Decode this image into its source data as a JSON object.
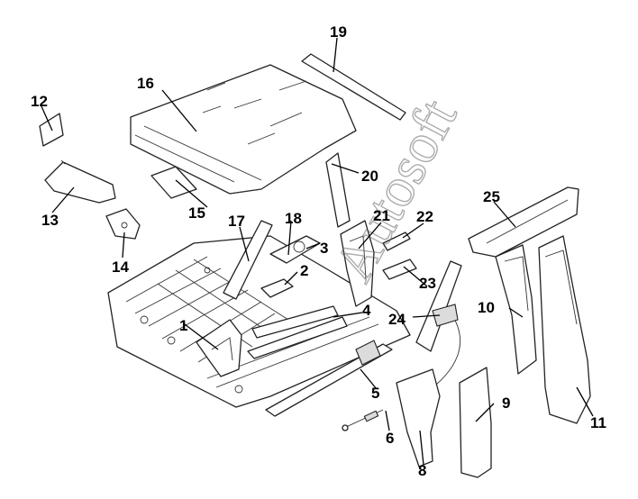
{
  "watermark": {
    "text": "Autosoft"
  },
  "callouts": [
    {
      "label": "1"
    },
    {
      "label": "2"
    },
    {
      "label": "3"
    },
    {
      "label": "4"
    },
    {
      "label": "5"
    },
    {
      "label": "6"
    },
    {
      "label": "8"
    },
    {
      "label": "9"
    },
    {
      "label": "10"
    },
    {
      "label": "11"
    },
    {
      "label": "12"
    },
    {
      "label": "13"
    },
    {
      "label": "14"
    },
    {
      "label": "15"
    },
    {
      "label": "16"
    },
    {
      "label": "17"
    },
    {
      "label": "18"
    },
    {
      "label": "19"
    },
    {
      "label": "20"
    },
    {
      "label": "21"
    },
    {
      "label": "22"
    },
    {
      "label": "23"
    },
    {
      "label": "24"
    },
    {
      "label": "25"
    }
  ]
}
